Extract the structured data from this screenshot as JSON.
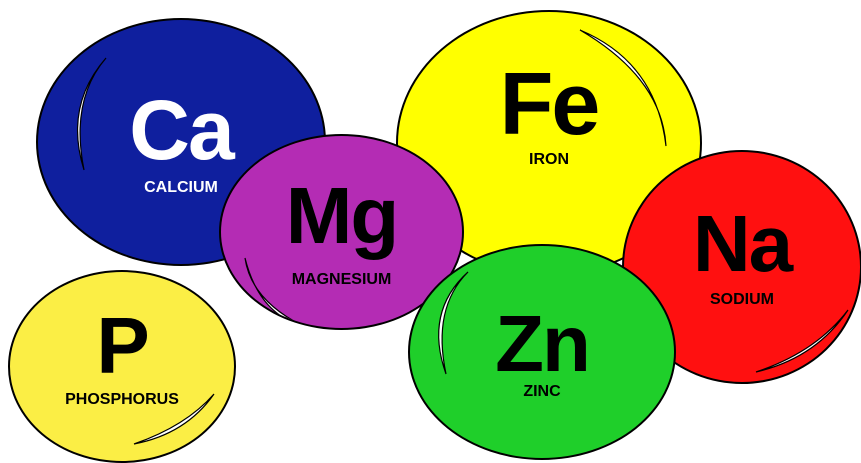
{
  "elements": {
    "calcium": {
      "symbol": "Ca",
      "name": "CALCIUM",
      "fill": "#0f1f9e",
      "text_color": "#ffffff"
    },
    "iron": {
      "symbol": "Fe",
      "name": "IRON",
      "fill": "#ffff00",
      "text_color": "#000000"
    },
    "magnesium": {
      "symbol": "Mg",
      "name": "MAGNESIUM",
      "fill": "#b42cb4",
      "text_color": "#000000"
    },
    "sodium": {
      "symbol": "Na",
      "name": "SODIUM",
      "fill": "#ff1010",
      "text_color": "#000000"
    },
    "phosphorus": {
      "symbol": "P",
      "name": "PHOSPHORUS",
      "fill": "#fbee45",
      "text_color": "#000000"
    },
    "zinc": {
      "symbol": "Zn",
      "name": "ZINC",
      "fill": "#1fcf2a",
      "text_color": "#000000"
    }
  },
  "style": {
    "outline": "#000000",
    "highlight": "#ffffff",
    "background": "#ffffff"
  }
}
